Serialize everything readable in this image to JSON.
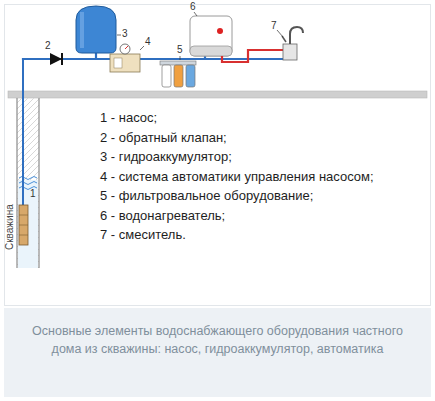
{
  "diagram": {
    "caption": "Основные элементы водоснабжающего оборудования частного дома из скважины: насос, гидроаккумулятор, автоматика",
    "labels": [
      "1",
      "2",
      "3",
      "4",
      "5",
      "6",
      "7",
      "Скважина",
      "1 - насос;",
      "2 - обратный клапан;",
      "3 - гидроаккумулятор;",
      "4 - система автоматики управления насосом;",
      "5 - фильтровальное оборудование;",
      "6 - водонагреватель;",
      "7 - смеситель."
    ]
  }
}
